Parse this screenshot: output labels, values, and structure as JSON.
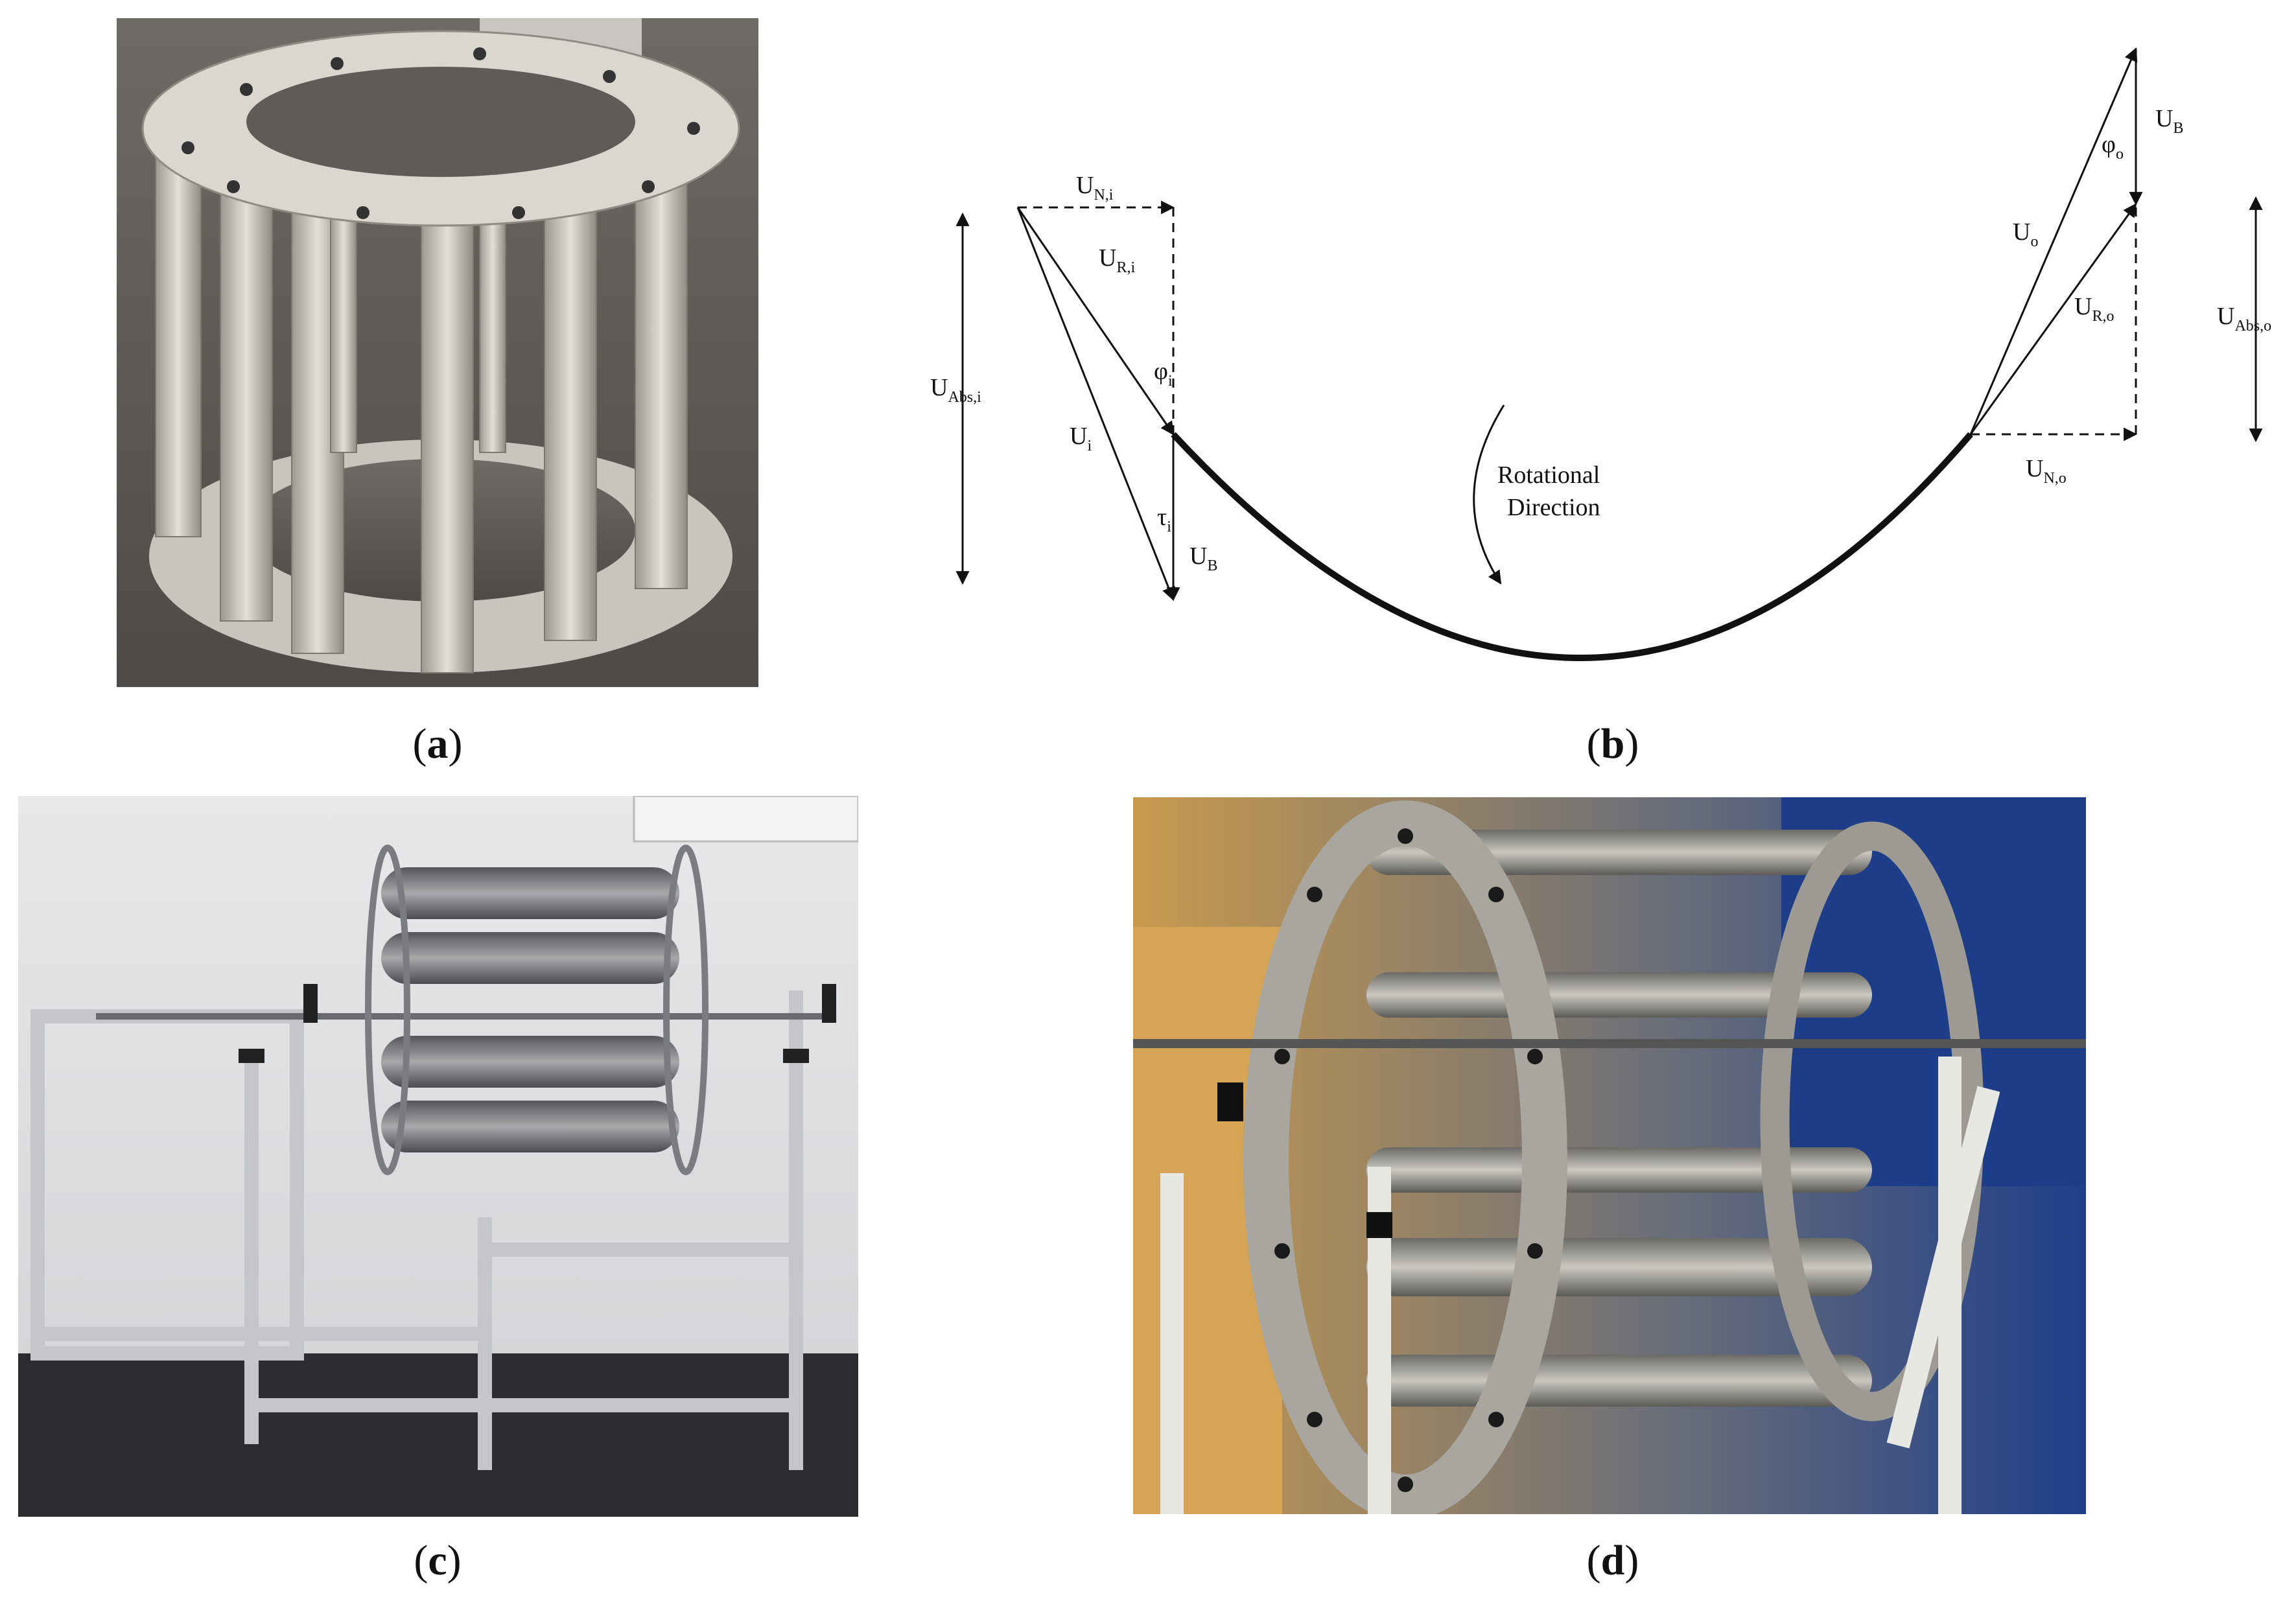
{
  "panels": {
    "a": {
      "caption": "a",
      "photo_description_icon": "aluminium-cylindrical-rotor-photo"
    },
    "b": {
      "caption": "b"
    },
    "c": {
      "caption": "c",
      "photo_description_icon": "rotor-on-frame-photo"
    },
    "d": {
      "caption": "d",
      "photo_description_icon": "rotor-test-rig-photo"
    }
  },
  "diagram": {
    "labels": {
      "un_i": {
        "main": "U",
        "sub": "N,i"
      },
      "ur_i": {
        "main": "U",
        "sub": "R,i"
      },
      "uabs_i": {
        "main": "U",
        "sub": "Abs,i"
      },
      "phi_i": {
        "main": "φ",
        "sub": "i"
      },
      "u_i": {
        "main": "U",
        "sub": "i"
      },
      "tau_i": {
        "main": "τ",
        "sub": "i"
      },
      "ub_left": {
        "main": "U",
        "sub": "B"
      },
      "ub_right": {
        "main": "U",
        "sub": "B"
      },
      "phi_o": {
        "main": "φ",
        "sub": "o"
      },
      "u_o": {
        "main": "U",
        "sub": "o"
      },
      "ur_o": {
        "main": "U",
        "sub": "R,o"
      },
      "uabs_o": {
        "main": "U",
        "sub": "Abs,o"
      },
      "un_o": {
        "main": "U",
        "sub": "N,o"
      }
    },
    "rotation_line1": "Rotational",
    "rotation_line2": "Direction"
  }
}
